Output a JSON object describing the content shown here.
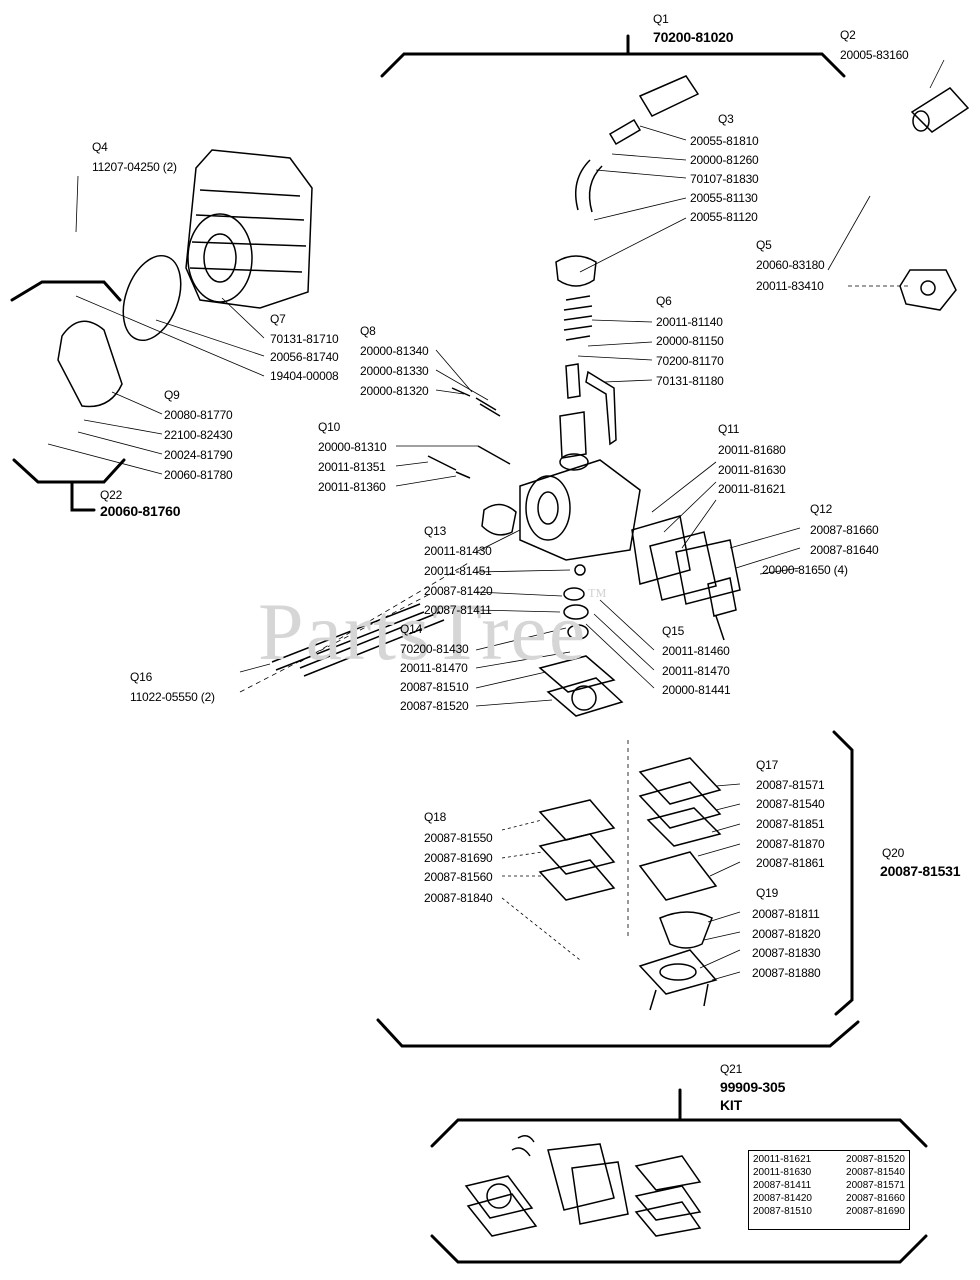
{
  "watermark": "PartsTree",
  "groups": {
    "q1": {
      "id": "Q1",
      "part": "70200-81020"
    },
    "q2": {
      "id": "Q2",
      "part": "20005-83160"
    },
    "q3": {
      "id": "Q3",
      "parts": [
        "20055-81810",
        "20000-81260",
        "70107-81830",
        "20055-81130",
        "20055-81120"
      ]
    },
    "q4": {
      "id": "Q4",
      "part": "11207-04250 (2)"
    },
    "q5": {
      "id": "Q5",
      "parts": [
        "20060-83180",
        "20011-83410"
      ]
    },
    "q6": {
      "id": "Q6",
      "parts": [
        "20011-81140",
        "20000-81150",
        "70200-81170",
        "70131-81180"
      ]
    },
    "q7": {
      "id": "Q7",
      "parts": [
        "70131-81710",
        "20056-81740",
        "19404-00008"
      ]
    },
    "q8": {
      "id": "Q8",
      "parts": [
        "20000-81340",
        "20000-81330",
        "20000-81320"
      ]
    },
    "q9": {
      "id": "Q9",
      "parts": [
        "20080-81770",
        "22100-82430",
        "20024-81790",
        "20060-81780"
      ]
    },
    "q10": {
      "id": "Q10",
      "parts": [
        "20000-81310",
        "20011-81351",
        "20011-81360"
      ]
    },
    "q11": {
      "id": "Q11",
      "parts": [
        "20011-81680",
        "20011-81630",
        "20011-81621"
      ]
    },
    "q12": {
      "id": "Q12",
      "parts": [
        "20087-81660",
        "20087-81640",
        "20000-81650 (4)"
      ]
    },
    "q13": {
      "id": "Q13",
      "parts": [
        "20011-81430",
        "20011-81451",
        "20087-81420",
        "20087-81411"
      ]
    },
    "q14": {
      "id": "Q14",
      "parts": [
        "70200-81430",
        "20011-81470",
        "20087-81510",
        "20087-81520"
      ]
    },
    "q15": {
      "id": "Q15",
      "parts": [
        "20011-81460",
        "20011-81470",
        "20000-81441"
      ]
    },
    "q16": {
      "id": "Q16",
      "part": "11022-05550 (2)"
    },
    "q17": {
      "id": "Q17",
      "parts": [
        "20087-81571",
        "20087-81540",
        "20087-81851",
        "20087-81870",
        "20087-81861"
      ]
    },
    "q18": {
      "id": "Q18",
      "parts": [
        "20087-81550",
        "20087-81690",
        "20087-81560",
        "20087-81840"
      ]
    },
    "q19": {
      "id": "Q19",
      "parts": [
        "20087-81811",
        "20087-81820",
        "20087-81830",
        "20087-81880"
      ]
    },
    "q20": {
      "id": "Q20",
      "part": "20087-81531"
    },
    "q21": {
      "id": "Q21",
      "part": "99909-305",
      "suffix": "KIT",
      "table": [
        [
          "20011-81621",
          "20087-81520"
        ],
        [
          "20011-81630",
          "20087-81540"
        ],
        [
          "20087-81411",
          "20087-81571"
        ],
        [
          "20087-81420",
          "20087-81660"
        ],
        [
          "20087-81510",
          "20087-81690"
        ]
      ]
    },
    "q22": {
      "id": "Q22",
      "part": "20060-81760"
    }
  }
}
